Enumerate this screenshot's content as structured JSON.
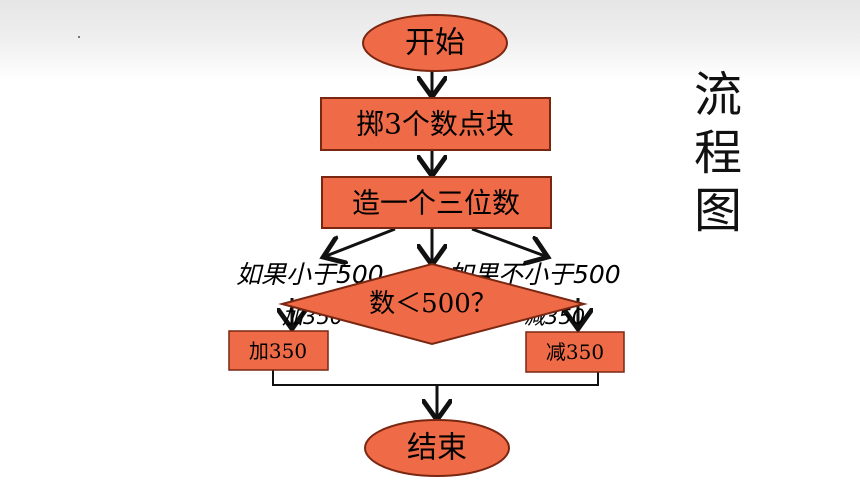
{
  "diagram": {
    "title_chars": [
      "流",
      "程",
      "图"
    ],
    "nodes": {
      "start": "开始",
      "roll": "掷3个数点块",
      "build": "造一个三位数",
      "decision": "数＜500？",
      "add": "加350",
      "subtract": "减350",
      "end": "结束"
    },
    "branches": {
      "left_condition": "如果小于500",
      "right_condition": "如果不小于500",
      "left_action": "加350",
      "right_action": "减350"
    }
  },
  "colors": {
    "node_fill": "#ef6a47",
    "node_border": "#7a2712",
    "arrow": "#111111"
  }
}
